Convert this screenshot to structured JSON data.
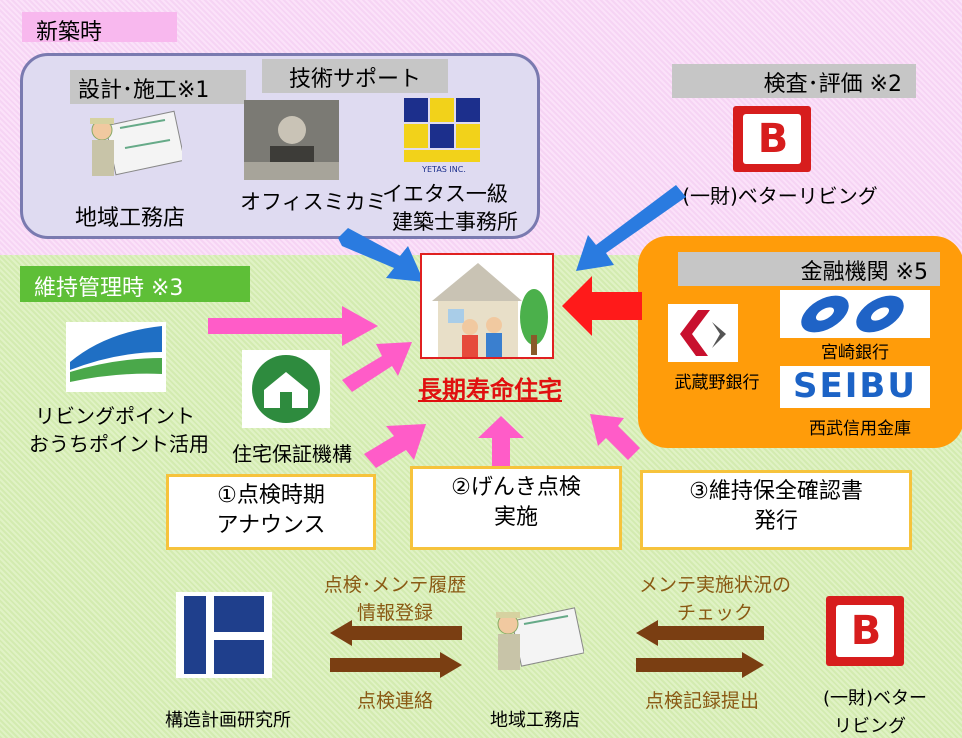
{
  "sections": {
    "new_build": "新築時",
    "maintenance": "維持管理時 ※3"
  },
  "design": {
    "title": "設計･施工※1",
    "builder": "地域工務店"
  },
  "tech_support": {
    "title": "技術サポート",
    "office_mikami": "オフィスミカミ",
    "ietasu_line1": "イエタス一級",
    "ietasu_line2": "建築士事務所",
    "ietasu_logo": "YETAS INC."
  },
  "inspection": {
    "title": "検査･評価 ※2",
    "org": "(一財)ベターリビング",
    "logo_letter": "B"
  },
  "finance": {
    "title": "金融機関 ※5",
    "banks": [
      "宮崎銀行",
      "武蔵野銀行",
      "西武信用金庫"
    ],
    "seibu_logo": "SEIBU"
  },
  "center": {
    "title": "長期寿命住宅"
  },
  "left_side": {
    "living_point_line1": "リビングポイント",
    "living_point_line2": "おうちポイント活用",
    "warranty": "住宅保証機構"
  },
  "steps": [
    {
      "line1": "①点検時期",
      "line2": "アナウンス"
    },
    {
      "line1": "②げんき点検",
      "line2": "実施"
    },
    {
      "line1": "③維持保全確認書",
      "line2": "発行"
    }
  ],
  "bottom": {
    "structure_lab": "構造計画研究所",
    "builder": "地域工務店",
    "better_living_line1": "(一財)ベター",
    "better_living_line2": "リビング",
    "register_line1": "点検･メンテ履歴",
    "register_line2": "情報登録",
    "contact": "点検連絡",
    "check_line1": "メンテ実施状況の",
    "check_line2": "チェック",
    "submit": "点検記録提出"
  },
  "colors": {
    "pink_arrow": "#ff5cc8",
    "blue_arrow": "#2a7be0",
    "red_arrow": "#ff1a1a",
    "brown_arrow": "#7a3e12",
    "title_red": "#e01010"
  }
}
